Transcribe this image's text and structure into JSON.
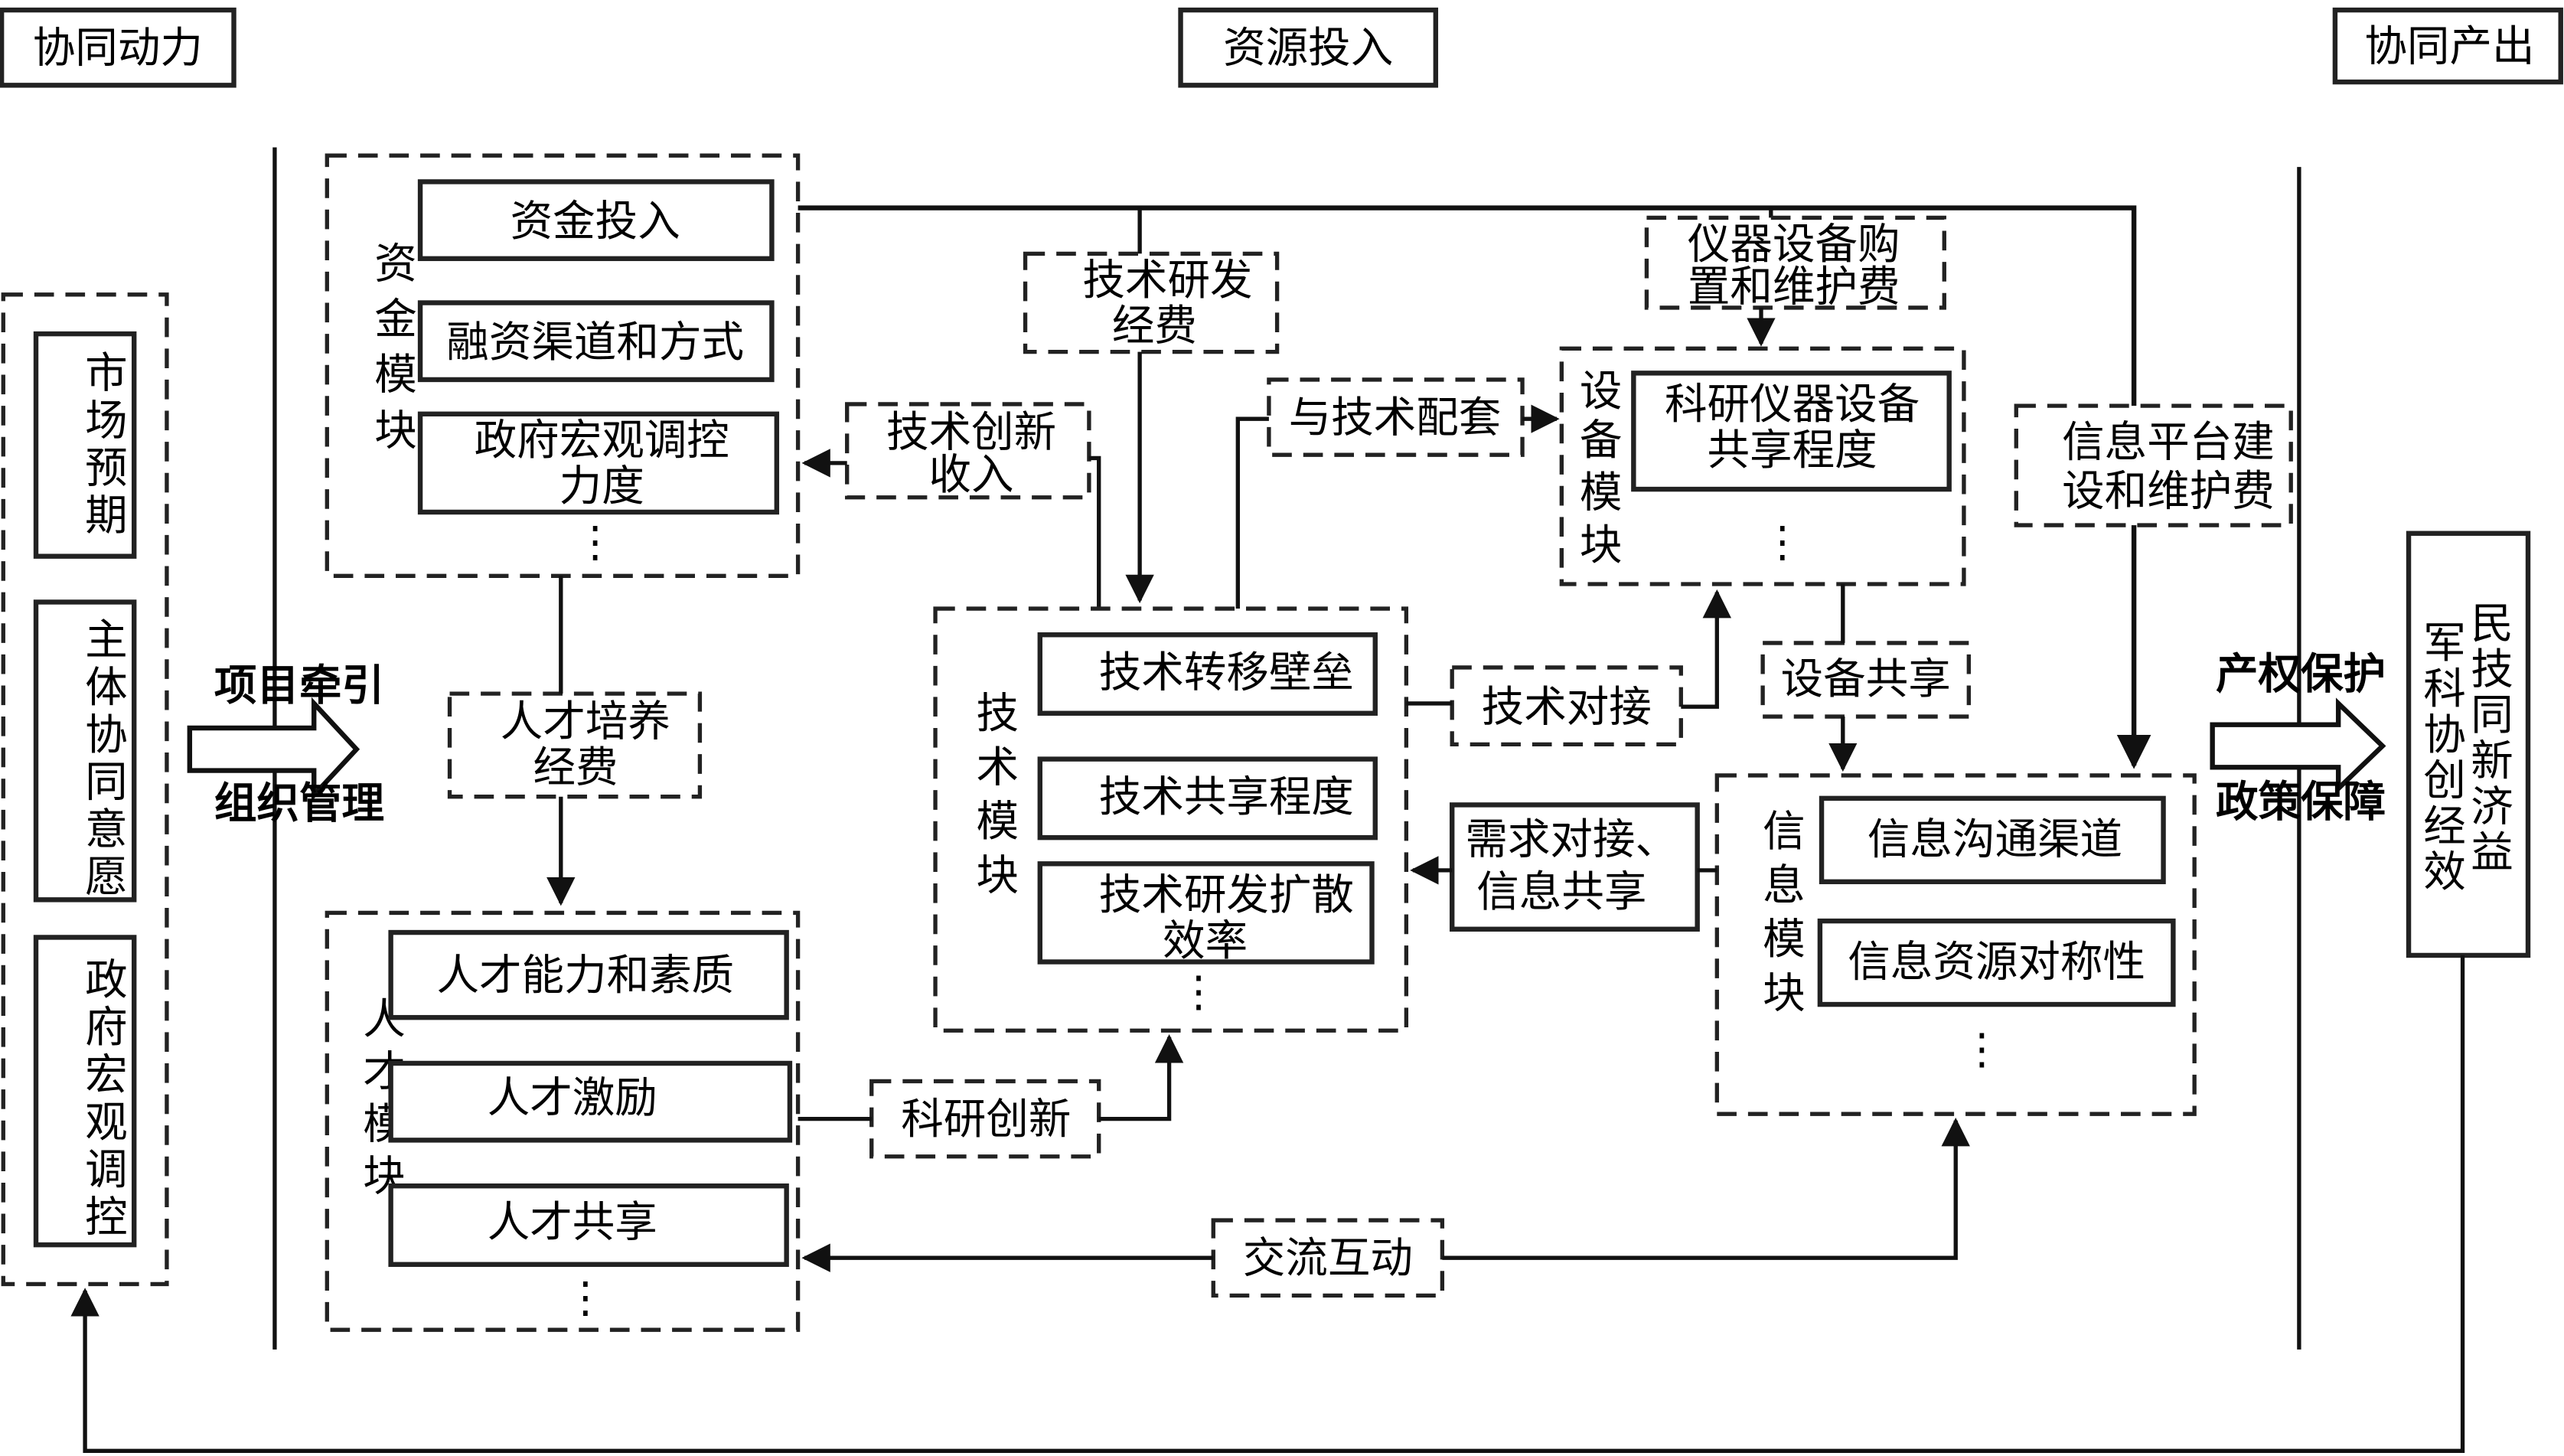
{
  "headers": {
    "dynamics": "协同动力",
    "inputs": "资源投入",
    "outputs": "协同产出"
  },
  "dynamics_box": {
    "items": [
      "市场预期",
      "主体协同意愿",
      "政府宏观调控"
    ]
  },
  "left_arrow": {
    "top_label": "项目牵引",
    "bottom_label": "组织管理"
  },
  "right_arrow": {
    "top_label": "产权保护",
    "bottom_label": "政策保障"
  },
  "fund_module": {
    "title": "资金模块",
    "items": [
      "资金投入",
      "融资渠道和方式",
      "政府宏观调控力度"
    ],
    "more": "⋮"
  },
  "talent_module": {
    "title": "人才模块",
    "items": [
      "人才能力和素质",
      "人才激励",
      "人才共享"
    ],
    "more": "⋮"
  },
  "tech_module": {
    "title": "技术模块",
    "items": [
      "技术转移壁垒",
      "技术共享程度",
      "技术研发扩散效率"
    ],
    "more": "⋮"
  },
  "equipment_module": {
    "title": "设备模块",
    "items": [
      "科研仪器设备共享程度"
    ],
    "more": "⋮"
  },
  "info_module": {
    "title": "信息模块",
    "items": [
      "信息沟通渠道",
      "信息资源对称性"
    ],
    "more": "⋮"
  },
  "flows": {
    "tech_rd_funds": "技术研发经费",
    "equipment_funds": "仪器设备购置和维护费",
    "tech_innovation_income": "技术创新收入",
    "tech_matching": "与技术配套",
    "info_platform_funds": "信息平台建设和维护费",
    "talent_training_funds": "人才培养经费",
    "tech_docking": "技术对接",
    "equipment_sharing": "设备共享",
    "demand_info_sharing": "需求对接、信息共享",
    "research_innovation": "科研创新",
    "exchange_interaction": "交流互动"
  },
  "output_box": {
    "label": "军民科技协同创新经济效益",
    "col1": [
      "军",
      "科",
      "协",
      "创",
      "经",
      "效"
    ],
    "col2": [
      "民",
      "技",
      "同",
      "新",
      "济",
      "益"
    ]
  }
}
